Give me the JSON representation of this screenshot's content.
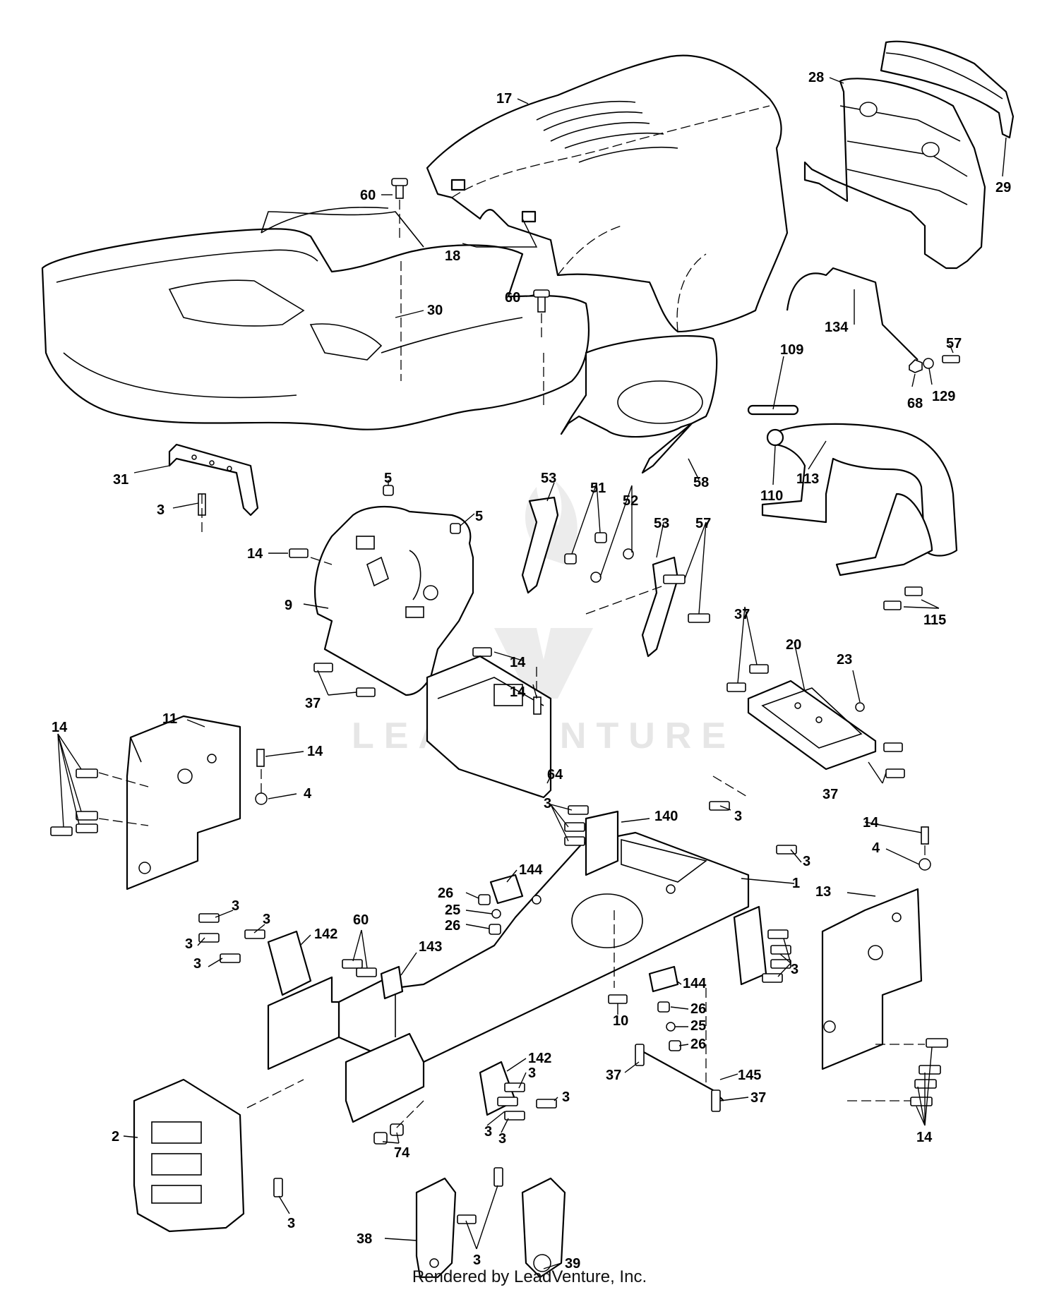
{
  "watermark": {
    "brand": "LEADVENTURE"
  },
  "footer": {
    "credit": "Rendered by LeadVenture, Inc."
  },
  "callouts": [
    {
      "label": "17"
    },
    {
      "label": "28"
    },
    {
      "label": "29"
    },
    {
      "label": "60"
    },
    {
      "label": "18"
    },
    {
      "label": "60"
    },
    {
      "label": "30"
    },
    {
      "label": "134"
    },
    {
      "label": "109"
    },
    {
      "label": "57"
    },
    {
      "label": "129"
    },
    {
      "label": "68"
    },
    {
      "label": "113"
    },
    {
      "label": "110"
    },
    {
      "label": "58"
    },
    {
      "label": "31"
    },
    {
      "label": "3"
    },
    {
      "label": "5"
    },
    {
      "label": "5"
    },
    {
      "label": "53"
    },
    {
      "label": "51"
    },
    {
      "label": "52"
    },
    {
      "label": "53"
    },
    {
      "label": "57"
    },
    {
      "label": "14"
    },
    {
      "label": "9"
    },
    {
      "label": "115"
    },
    {
      "label": "37"
    },
    {
      "label": "20"
    },
    {
      "label": "23"
    },
    {
      "label": "14"
    },
    {
      "label": "37"
    },
    {
      "label": "14"
    },
    {
      "label": "14"
    },
    {
      "label": "11"
    },
    {
      "label": "14"
    },
    {
      "label": "4"
    },
    {
      "label": "37"
    },
    {
      "label": "64"
    },
    {
      "label": "3"
    },
    {
      "label": "140"
    },
    {
      "label": "3"
    },
    {
      "label": "14"
    },
    {
      "label": "4"
    },
    {
      "label": "3"
    },
    {
      "label": "1"
    },
    {
      "label": "144"
    },
    {
      "label": "13"
    },
    {
      "label": "26"
    },
    {
      "label": "25"
    },
    {
      "label": "26"
    },
    {
      "label": "3"
    },
    {
      "label": "3"
    },
    {
      "label": "60"
    },
    {
      "label": "142"
    },
    {
      "label": "143"
    },
    {
      "label": "3"
    },
    {
      "label": "3"
    },
    {
      "label": "3"
    },
    {
      "label": "144"
    },
    {
      "label": "26"
    },
    {
      "label": "10"
    },
    {
      "label": "25"
    },
    {
      "label": "26"
    },
    {
      "label": "142"
    },
    {
      "label": "3"
    },
    {
      "label": "3"
    },
    {
      "label": "37"
    },
    {
      "label": "145"
    },
    {
      "label": "37"
    },
    {
      "label": "3"
    },
    {
      "label": "3"
    },
    {
      "label": "2"
    },
    {
      "label": "74"
    },
    {
      "label": "14"
    },
    {
      "label": "3"
    },
    {
      "label": "38"
    },
    {
      "label": "3"
    },
    {
      "label": "39"
    }
  ]
}
